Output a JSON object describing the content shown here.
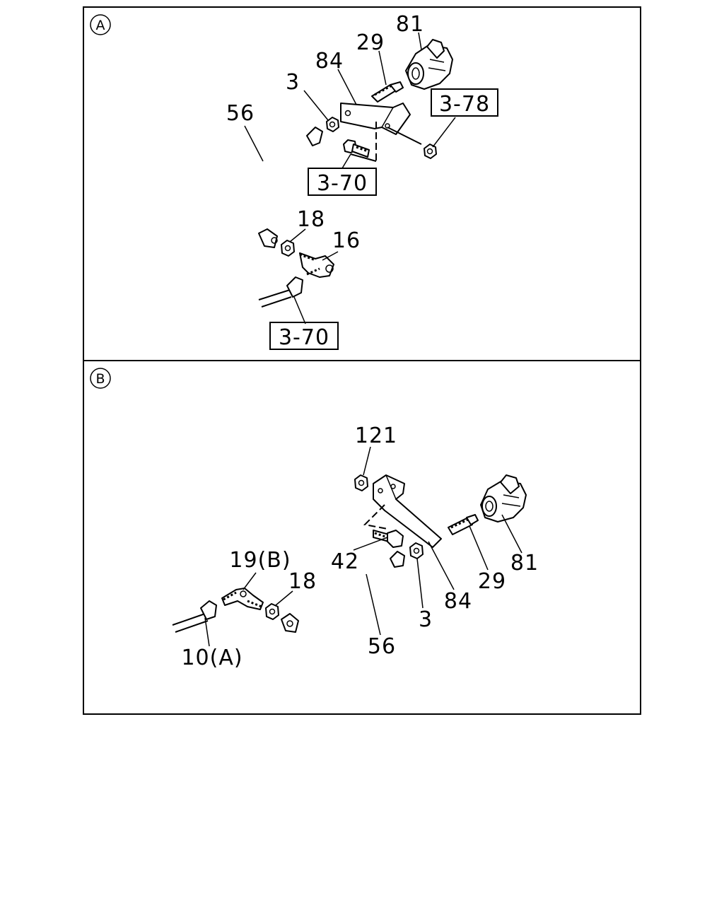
{
  "panels": [
    {
      "id": "A",
      "marker": "A",
      "callouts": [
        "81",
        "29",
        "84",
        "3",
        "56",
        "18",
        "16"
      ],
      "refs": [
        "3-78",
        "3-70",
        "3-70"
      ]
    },
    {
      "id": "B",
      "marker": "B",
      "callouts": [
        "121",
        "19(B)",
        "18",
        "42",
        "81",
        "29",
        "84",
        "3",
        "56",
        "10(A)"
      ]
    }
  ]
}
